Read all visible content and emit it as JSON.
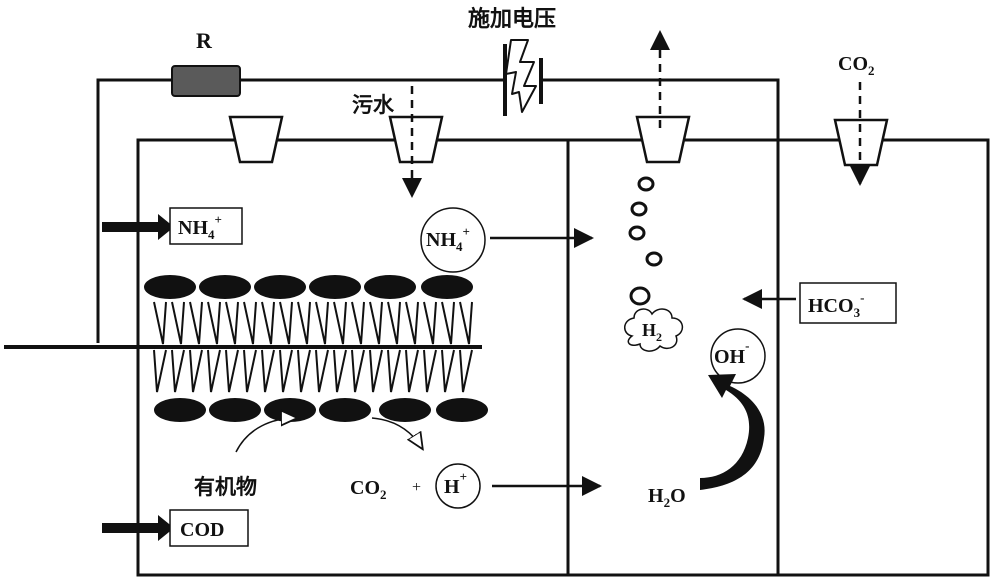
{
  "labels": {
    "resistor": "R",
    "applied_voltage": "施加电压",
    "wastewater": "污水",
    "co2_top": "CO",
    "co2_top_sub": "2",
    "nh4_left": "NH",
    "nh4_left_sub": "4",
    "nh4_left_sup": "+",
    "nh4_circle": "NH",
    "nh4_circle_sub": "4",
    "nh4_circle_sup": "+",
    "hco3": "HCO",
    "hco3_sub": "3",
    "hco3_sup": "-",
    "h2": "H",
    "h2_sub": "2",
    "oh": "OH",
    "oh_sup": "-",
    "organic": "有机物",
    "co2_bottom": "CO",
    "co2_bottom_sub": "2",
    "plus": "+",
    "h_ion": "H",
    "h_ion_sup": "+",
    "h2o": "H",
    "h2o_sub": "2",
    "h2o_o": "O",
    "cod": "COD"
  },
  "colors": {
    "line": "#111111",
    "resistor_fill": "#5a5a5a",
    "biofilm": "#111111"
  }
}
